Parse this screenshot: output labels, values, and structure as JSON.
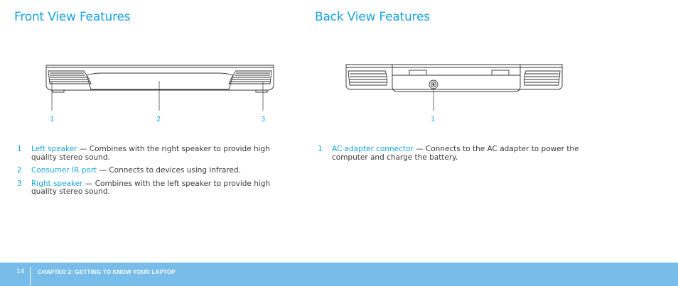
{
  "front": {
    "title": "Front View Features",
    "callouts": [
      "1",
      "2",
      "3"
    ],
    "items": [
      {
        "num": "1",
        "term": "Left speaker",
        "desc": " — Combines with the right speaker to provide high quality stereo sound."
      },
      {
        "num": "2",
        "term": "Consumer IR port",
        "desc": " — Connects to devices using infrared."
      },
      {
        "num": "3",
        "term": "Right speaker",
        "desc": " — Combines with the left speaker to provide high quality stereo sound."
      }
    ]
  },
  "back": {
    "title": "Back View Features",
    "callouts": [
      "1"
    ],
    "items": [
      {
        "num": "1",
        "term": "AC adapter connector",
        "desc": " — Connects to the AC adapter to power the computer and charge the battery."
      }
    ]
  },
  "footer": {
    "page_number": "14",
    "chapter": "CHAPTER 2: GETTING TO KNOW  YOUR LAPTOP"
  },
  "colors": {
    "accent": "#1aa3dc",
    "footer_bar": "#78bde9",
    "body_text": "#3a3a3a",
    "line_art": "#333333"
  }
}
